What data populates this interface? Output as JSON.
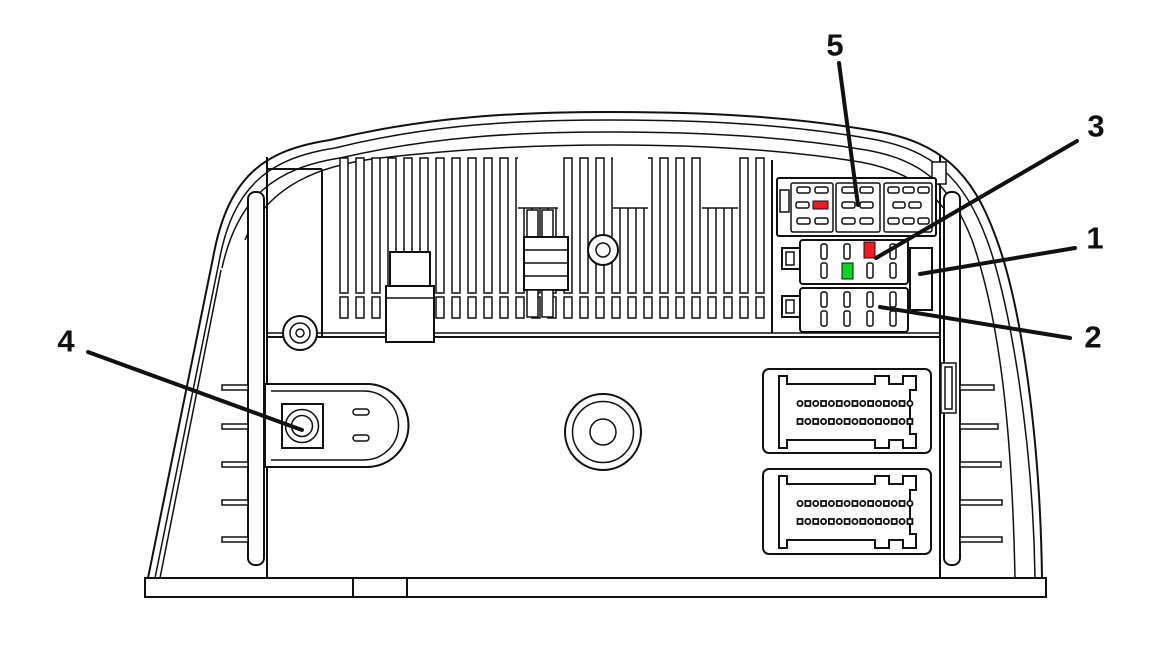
{
  "diagram": {
    "type": "technical-illustration",
    "subject": "rear-view-of-head-unit-with-connector-callouts",
    "callouts": [
      {
        "label": "1",
        "target": "guide-slot"
      },
      {
        "label": "2",
        "target": "lower-quadlock-connector"
      },
      {
        "label": "3",
        "target": "upper-quadlock-connector"
      },
      {
        "label": "4",
        "target": "antenna-connector"
      },
      {
        "label": "5",
        "target": "top-connector-block"
      }
    ],
    "colors": {
      "line": "#111111",
      "pin_red": "#ee1c25",
      "pin_green": "#0bd420",
      "background": "#ffffff"
    },
    "pins": {
      "fin_count": 27,
      "multipin_rows": 2,
      "multipin_pins_per_row": 15
    }
  }
}
